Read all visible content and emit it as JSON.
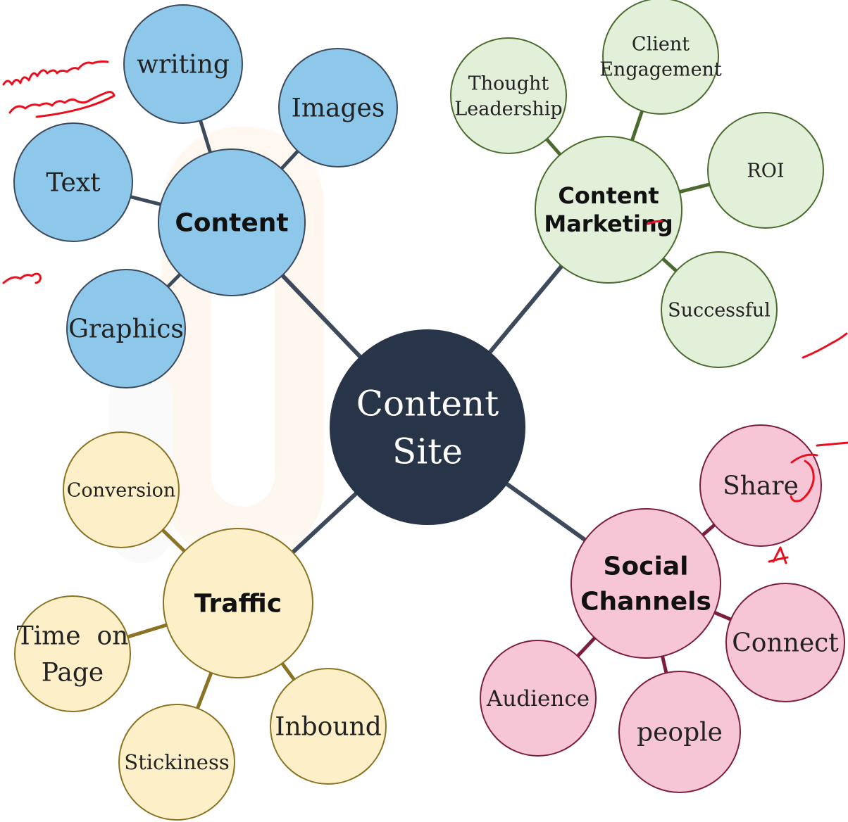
{
  "center": {
    "label_lines": [
      "Content",
      "Site"
    ],
    "color": "#283549"
  },
  "branches": [
    {
      "key": "content",
      "label_lines": [
        "Content"
      ],
      "fill": "#8dc8ea",
      "stroke": "#3d4a5c",
      "line": "#3d4a5c",
      "children": [
        {
          "label_lines": [
            "writing"
          ]
        },
        {
          "label_lines": [
            "Images"
          ]
        },
        {
          "label_lines": [
            "Text"
          ]
        },
        {
          "label_lines": [
            "Graphics"
          ]
        }
      ]
    },
    {
      "key": "content-marketing",
      "label_lines": [
        "Content",
        "Marketing"
      ],
      "fill": "#e2efd9",
      "stroke": "#4b6b2e",
      "line": "#4b6b2e",
      "children": [
        {
          "label_lines": [
            "Thought",
            "Leadership"
          ]
        },
        {
          "label_lines": [
            "Client",
            "Engagement"
          ]
        },
        {
          "label_lines": [
            "ROI"
          ]
        },
        {
          "label_lines": [
            "Successful"
          ]
        }
      ]
    },
    {
      "key": "traffic",
      "label_lines": [
        "Traffic"
      ],
      "fill": "#fdf0c8",
      "stroke": "#8a7322",
      "line": "#8a7322",
      "children": [
        {
          "label_lines": [
            "Conversion"
          ]
        },
        {
          "label_lines": [
            "Time  on",
            "Page"
          ]
        },
        {
          "label_lines": [
            "Stickiness"
          ]
        },
        {
          "label_lines": [
            "Inbound"
          ]
        }
      ]
    },
    {
      "key": "social-channels",
      "label_lines": [
        "Social",
        "Channels"
      ],
      "fill": "#f6c6d6",
      "stroke": "#7a1f3d",
      "line": "#7a1f3d",
      "children": [
        {
          "label_lines": [
            "Share"
          ]
        },
        {
          "label_lines": [
            "Connect"
          ]
        },
        {
          "label_lines": [
            "people"
          ]
        },
        {
          "label_lines": [
            "Audience"
          ]
        }
      ]
    }
  ],
  "annotations": {
    "ink_color": "#e8101e"
  }
}
